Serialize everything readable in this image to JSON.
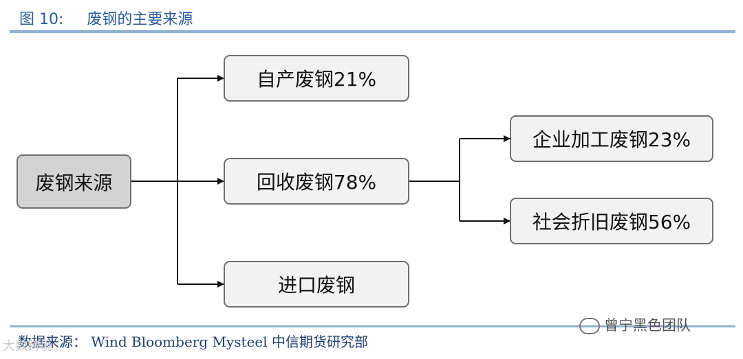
{
  "header": {
    "figure_number": "图 10:",
    "title": "废钢的主要来源"
  },
  "nodes": {
    "root": "废钢来源",
    "self_produced": "自产废钢21%",
    "recycled": "回收废钢78%",
    "imported": "进口废钢",
    "processing": "企业加工废钢23%",
    "depreciation": "社会折旧废钢56%"
  },
  "footer": {
    "source_label": "数据来源：",
    "source_en": "Wind Bloomberg Mysteel",
    "source_cn": "中信期货研究部"
  },
  "watermarks": {
    "right": "曾宁黑色团队",
    "left": "大数跨境"
  },
  "colors": {
    "caption": "#2a5d9a",
    "rule": "#8fb0d3",
    "root_fill": "#d3d3d3",
    "node_fill": "#f2f2f2",
    "border": "#6f6f6f"
  }
}
